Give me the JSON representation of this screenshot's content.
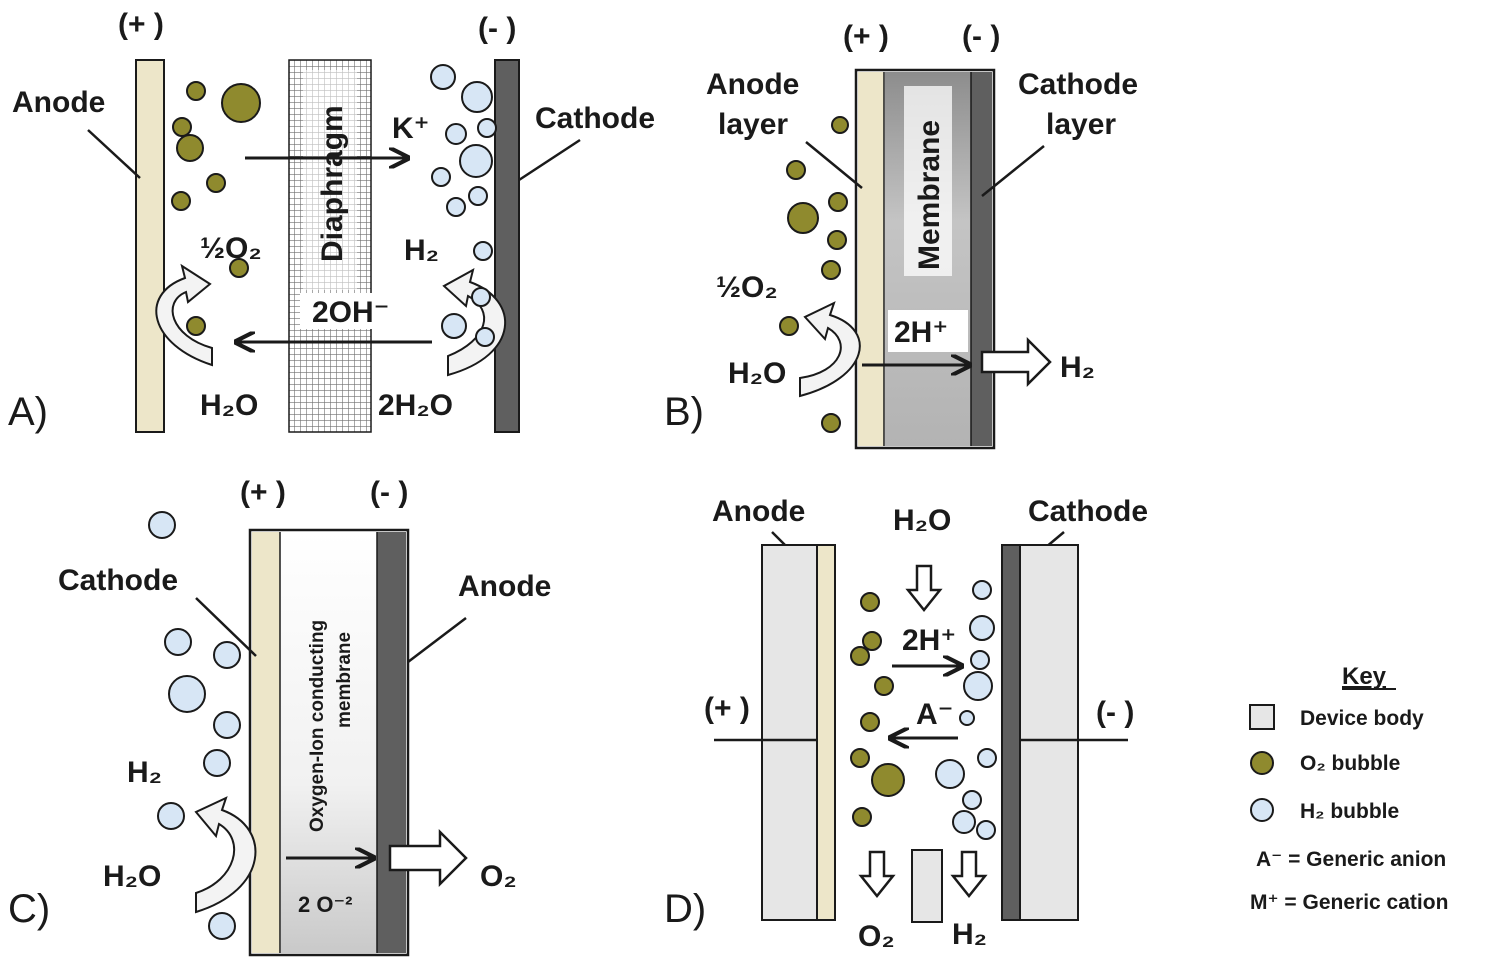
{
  "colors": {
    "electrode_light": "#ede6c9",
    "electrode_dark": "#5f5f5f",
    "membrane_gray": "#b8b8b8",
    "device_body": "#e6e6e6",
    "o2_bubble": "#8f8a2e",
    "h2_bubble": "#d7e6f5",
    "outline": "#1a1a1a"
  },
  "panelA": {
    "id": "A)",
    "plus": "(+ )",
    "minus": "(- )",
    "anode": "Anode",
    "cathode": "Cathode",
    "diaphragm": "Diaphragm",
    "k_ion": "K⁺",
    "half_o2": "½O₂",
    "h2": "H₂",
    "two_oh": "2OH⁻",
    "h2o": "H₂O",
    "two_h2o": "2H₂O"
  },
  "panelB": {
    "id": "B)",
    "plus": "(+ )",
    "minus": "(- )",
    "anode_layer_1": "Anode",
    "anode_layer_2": "layer",
    "cathode_layer_1": "Cathode",
    "cathode_layer_2": "layer",
    "membrane": "Membrane",
    "half_o2": "½O₂",
    "two_h": "2H⁺",
    "h2o": "H₂O",
    "h2": "H₂"
  },
  "panelC": {
    "id": "C)",
    "plus": "(+ )",
    "minus": "(- )",
    "cathode": "Cathode",
    "anode": "Anode",
    "membrane_1": "Oxygen-Ion conducting",
    "membrane_2": "membrane",
    "h2": "H₂",
    "h2o": "H₂O",
    "two_o": "2 O⁻²",
    "o2": "O₂"
  },
  "panelD": {
    "id": "D)",
    "plus": "(+ )",
    "minus": "(- )",
    "anode": "Anode",
    "cathode": "Cathode",
    "h2o": "H₂O",
    "two_h": "2H⁺",
    "anion": "A⁻",
    "o2": "O₂",
    "h2": "H₂"
  },
  "key": {
    "title": "Key",
    "device_body": "Device body",
    "o2_bubble": "O₂ bubble",
    "h2_bubble": "H₂ bubble",
    "anion": "A⁻ = Generic anion",
    "cation": "M⁺ = Generic cation"
  }
}
